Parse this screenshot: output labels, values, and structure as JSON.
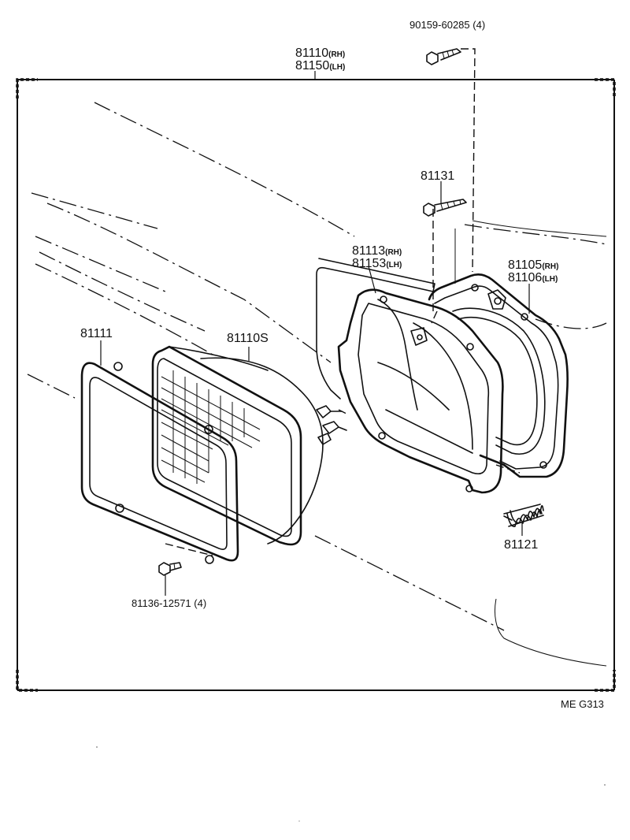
{
  "diagram_code": "ME  G313",
  "parts": {
    "screw_top": {
      "number": "90159-60285",
      "qty": "(4)"
    },
    "assembly": {
      "number_rh": "81110",
      "suffix_rh": "(RH)",
      "number_lh": "81150",
      "suffix_lh": "(LH)"
    },
    "screw_mid": {
      "number": "81131"
    },
    "mount_ring": {
      "number_rh": "81113",
      "suffix_rh": "(RH)",
      "number_lh": "81153",
      "suffix_lh": "(LH)"
    },
    "housing": {
      "number_rh": "81105",
      "suffix_rh": "(RH)",
      "number_lh": "81106",
      "suffix_lh": "(LH)"
    },
    "retaining_ring": {
      "number": "81111"
    },
    "sealed_beam": {
      "number": "81110S"
    },
    "spring": {
      "number": "81121"
    },
    "screw_bottom": {
      "number": "81136-12571",
      "qty": "(4)"
    }
  }
}
